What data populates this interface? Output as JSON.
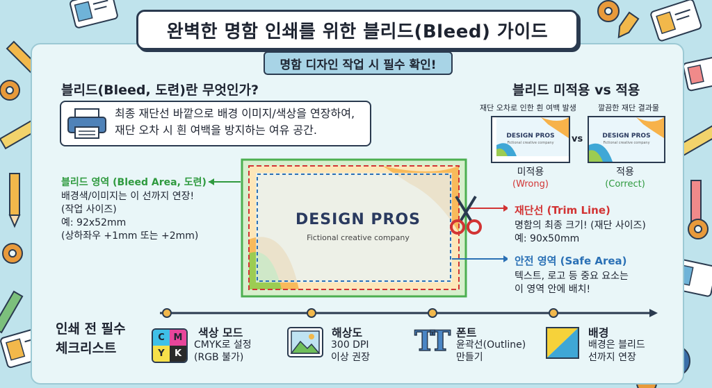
{
  "title": "완벽한 명함 인쇄를 위한 블리드(Bleed) 가이드",
  "subtitle": "명함 디자인 작업 시 필수 확인!",
  "definition": {
    "heading": "블리드(Bleed, 도련)란 무엇인가?",
    "line1": "최종 재단선 바깥으로 배경 이미지/색상을 연장하여,",
    "line2": "재단 오차 시 흰 여백을 방지하는 여유 공간.",
    "icon": "printer-icon"
  },
  "comparison": {
    "heading": "블리드 미적용 vs 적용",
    "vs": "vs",
    "wrong": {
      "caption": "재단 오차로 인한 흰 여백 발생",
      "label": "미적용",
      "tag": "(Wrong)"
    },
    "correct": {
      "caption": "깔끔한 재단 결과물",
      "label": "적용",
      "tag": "(Correct)"
    },
    "card_brand": "DESIGN PROS",
    "card_tagline": "Fictional creative company"
  },
  "bleed_area": {
    "title": "블리드 영역 (Bleed Area, 도련)",
    "line1": "배경색/이미지는 이 선까지 연장!",
    "line2": "(작업 사이즈)",
    "line3": "예: 92x52mm",
    "line4": "(상하좌우 +1mm 또는 +2mm)"
  },
  "trim_line": {
    "title": "재단선 (Trim Line)",
    "line1": "명함의 최종 크기! (재단 사이즈)",
    "line2": "예: 90x50mm"
  },
  "safe_area": {
    "title": "안전 영역 (Safe Area)",
    "line1": "텍스트, 로고 등 중요 요소는",
    "line2": "이 영역 안에 배치!"
  },
  "main_card": {
    "brand": "DESIGN PROS",
    "tagline": "Fictional creative company"
  },
  "checklist": {
    "title_line1": "인쇄 전 필수",
    "title_line2": "체크리스트",
    "items": [
      {
        "label": "색상 모드",
        "line1": "CMYK로 설정",
        "line2": "(RGB 불가)",
        "icon": "cmyk-icon",
        "cmyk": [
          "C",
          "M",
          "Y",
          "K"
        ]
      },
      {
        "label": "해상도",
        "line1": "300 DPI",
        "line2": "이상 권장",
        "icon": "image-icon"
      },
      {
        "label": "폰트",
        "line1": "윤곽선(Outline)",
        "line2": "만들기",
        "icon": "font-icon",
        "glyph": "TT"
      },
      {
        "label": "배경",
        "line1": "배경은 블리드",
        "line2": "선까지 연장",
        "icon": "background-icon"
      }
    ]
  },
  "colors": {
    "bleed": "#2f9a3f",
    "trim": "#d23434",
    "safe": "#2a70b5",
    "background": "#bfe3ec"
  }
}
